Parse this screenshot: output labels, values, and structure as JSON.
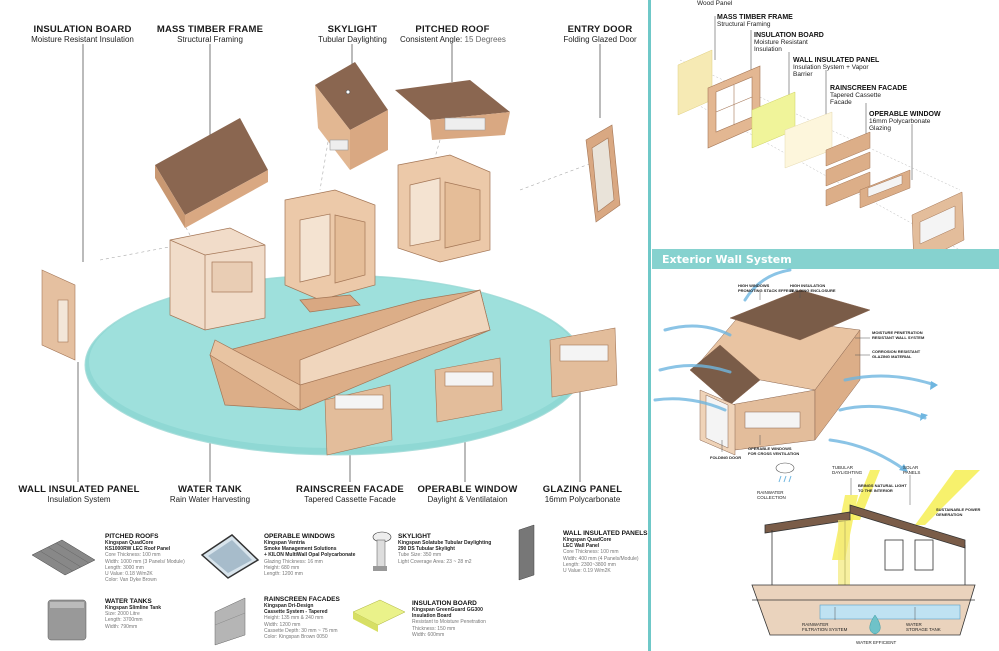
{
  "main_labels": {
    "insulation_board": {
      "title": "INSULATION BOARD",
      "sub": "Moisture Resistant Insulation"
    },
    "mass_timber": {
      "title": "MASS TIMBER FRAME",
      "sub": "Structural Framing"
    },
    "skylight": {
      "title": "SKYLIGHT",
      "sub": "Tubular Daylighting"
    },
    "pitched_roof": {
      "title": "PITCHED ROOF",
      "sub": "Consistent Angle:",
      "sub_extra": "15 Degrees"
    },
    "entry_door": {
      "title": "ENTRY DOOR",
      "sub": "Folding Glazed Door"
    },
    "wall_panel": {
      "title": "WALL INSULATED PANEL",
      "sub": "Insulation System"
    },
    "water_tank": {
      "title": "WATER TANK",
      "sub": "Rain Water Harvesting"
    },
    "rainscreen": {
      "title": "RAINSCREEN FACADE",
      "sub": "Tapered Cassette Facade"
    },
    "operable_window": {
      "title": "OPERABLE WINDOW",
      "sub": "Daylight & Ventilataion"
    },
    "glazing_panel": {
      "title": "GLAZING PANEL",
      "sub": "16mm Polycarbonate"
    }
  },
  "specs": {
    "roofs": {
      "title": "PITCHED ROOFS",
      "lines": [
        "Kingspan QuadCore",
        "KS1000RW LEC Roof Panel",
        "Core Thickness: 100 mm",
        "Width: 1000 mm (3 Panels/ Module)",
        "Length: 3000 mm",
        "U Value: 0.18 W/m2K",
        "Color: Van Dyke Brown"
      ]
    },
    "windows": {
      "title": "OPERABLE WINDOWS",
      "lines": [
        "Kingspan Ventria",
        "Smoke Management Solutions",
        "+ KILON MultiWall Opal Polycarbonate",
        "Glazing Thickness: 16 mm",
        "Height: 680 mm",
        "Length: 1200 mm"
      ]
    },
    "skylight": {
      "title": "SKYLIGHT",
      "lines": [
        "Kingspan Solatube Tubular Daylighting",
        "290 DS Tubular Skylight",
        "Tube Size: 350 mm",
        "Light Coverage Area: 23 ~ 28 m2"
      ]
    },
    "wall_panels": {
      "title": "WALL INSULATED PANELS",
      "lines": [
        "Kingspan QuadCore",
        "LEC Wall Panel",
        "Core Thickness: 100 mm",
        "Width: 400 mm (4 Panels/Module)",
        "Length: 2300~3800 mm",
        "U Value: 0.19 W/m2K"
      ]
    },
    "tanks": {
      "title": "WATER TANKS",
      "lines": [
        "Kingspan Slimline Tank",
        "Size: 2000 Litre",
        "Length: 3700mm",
        "Width: 790mm"
      ]
    },
    "facades": {
      "title": "RAINSCREEN FACADES",
      "lines": [
        "Kingspan Dri-Design",
        "Cassette System - Tapered",
        "Height: 135 mm & 240 mm",
        "Width: 1200 mm",
        "Cassette Depth: 30 mm ~ 75 mm",
        "Color: Kingspan Brown 0050"
      ]
    },
    "insulation": {
      "title": "INSULATION BOARD",
      "lines": [
        "Kingspan GreenGuard GG300",
        "Insulation Board",
        "Resistant to Moisture Penetration",
        "Thickness: 150 mm",
        "Width: 600mm"
      ]
    }
  },
  "right_labels": {
    "wood_panel": "Wood Panel",
    "mass_timber": {
      "title": "MASS TIMBER FRAME",
      "sub": "Structural Framing"
    },
    "insulation_board": {
      "title": "INSULATION BOARD",
      "sub1": "Moisture Resistant",
      "sub2": "Insulation"
    },
    "wall_panel": {
      "title": "WALL INSULATED PANEL",
      "sub1": "Insulation System + Vapor",
      "sub2": "Barrier"
    },
    "rainscreen": {
      "title": "RAINSCREEN FACADE",
      "sub1": "Tapered Cassette",
      "sub2": "Facade"
    },
    "operable_window": {
      "title": "OPERABLE WINDOW",
      "sub1": "16mm Polycarbonate",
      "sub2": "Glazing"
    }
  },
  "banner": "Exterior Wall System",
  "wall_diagram": {
    "high_windows": [
      "HIGH WINDOWS",
      "PROMOTING STACK EFFECT"
    ],
    "high_insulation": [
      "HIGH INSULATION",
      "BUILDING ENCLOSURE"
    ],
    "moisture": [
      "MOISTURE PENETRATION",
      "RESISTANT WALL SYSTEM"
    ],
    "corrosion": [
      "CORROSION RESISTANT",
      "GLAZING MATERIAL"
    ],
    "folding_door": [
      "FOLDING DOOR"
    ],
    "operable_vent": [
      "OPERABLE WINDOWS",
      "FOR CROSS VENTILATION"
    ]
  },
  "section_diagram": {
    "tubular": [
      "TUBULAR",
      "DAYLIGHTING"
    ],
    "natural_light": [
      "BRINGS NATURAL LIGHT",
      "TO THE INTERIOR"
    ],
    "solar": [
      "SOLAR",
      "PANELS"
    ],
    "rainwater": [
      "RAINWATER",
      "COLLECTION"
    ],
    "sustainable": [
      "SUSTAINABLE POWER",
      "GENERATION"
    ],
    "filtration": [
      "RAINWATER",
      "FILTRATION SYSTEM"
    ],
    "storage": [
      "WATER",
      "STORAGE TANK"
    ],
    "efficient": [
      "WATER EFFICIENT"
    ]
  },
  "colors": {
    "teal": "#86d2cf",
    "wood": "#d9a882",
    "roof": "#8a6650",
    "water": "#8fd8d4"
  }
}
